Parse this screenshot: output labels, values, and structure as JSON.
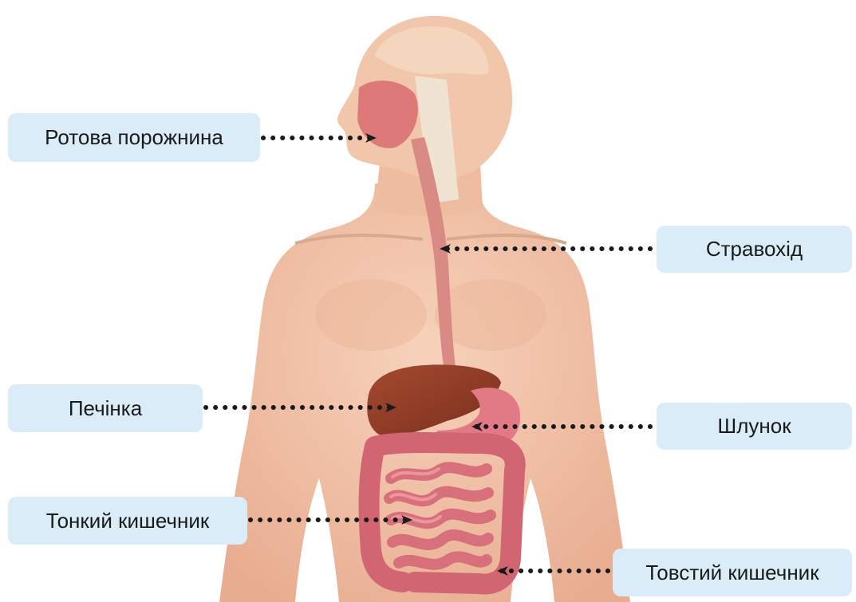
{
  "labels": {
    "mouth": "Ротова порожнина",
    "esophagus": "Стравохід",
    "liver": "Печінка",
    "stomach": "Шлунок",
    "small_intestine": "Тонкий кишечник",
    "large_intestine": "Товстий кишечник"
  },
  "colors": {
    "label_bg": "#d9ecf8",
    "skin": "#f2c4a8",
    "skin_shadow": "#e6a98a",
    "liver": "#8f3b26",
    "stomach": "#e27a86",
    "intestine": "#d8707c",
    "esophagus": "#d98a84",
    "spine": "#efe6d6",
    "pointer": "#1a1a1a"
  }
}
